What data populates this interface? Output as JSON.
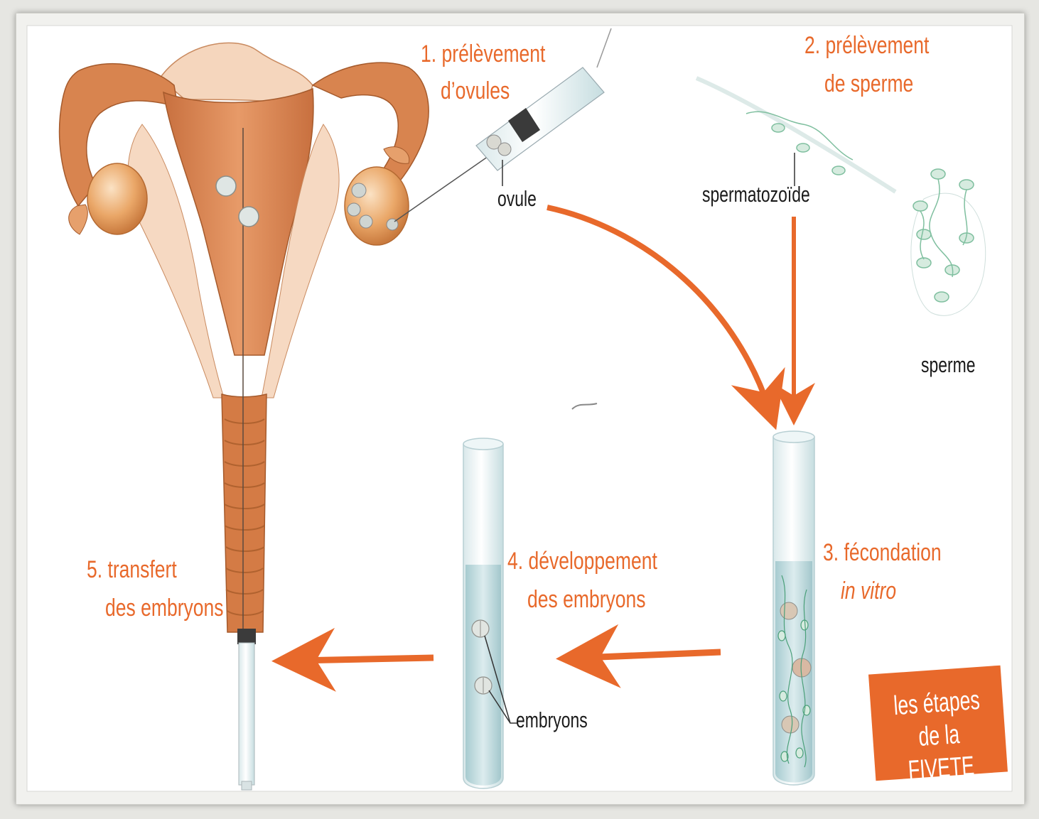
{
  "steps": {
    "step1": [
      "1. prélèvement",
      "d’ovules"
    ],
    "step2": [
      "2. prélèvement",
      "de sperme"
    ],
    "step3": [
      "3. fécondation",
      "in vitro"
    ],
    "step4": [
      "4. développement",
      "des embryons"
    ],
    "step5": [
      "5. transfert",
      "des embryons"
    ]
  },
  "labels": {
    "ovule": "ovule",
    "spermatozoide": "spermatozoïde",
    "sperme": "sperme",
    "embryons": "embryons"
  },
  "badge": [
    "les étapes",
    "de la FIVETE"
  ],
  "colors": {
    "accent": "#e8692b",
    "uterus": "#d98552",
    "uterus_light": "#f0c29d",
    "ovary": "#e9a364",
    "sperm": "#7fbf9f",
    "tube": "#cfe3e6"
  }
}
